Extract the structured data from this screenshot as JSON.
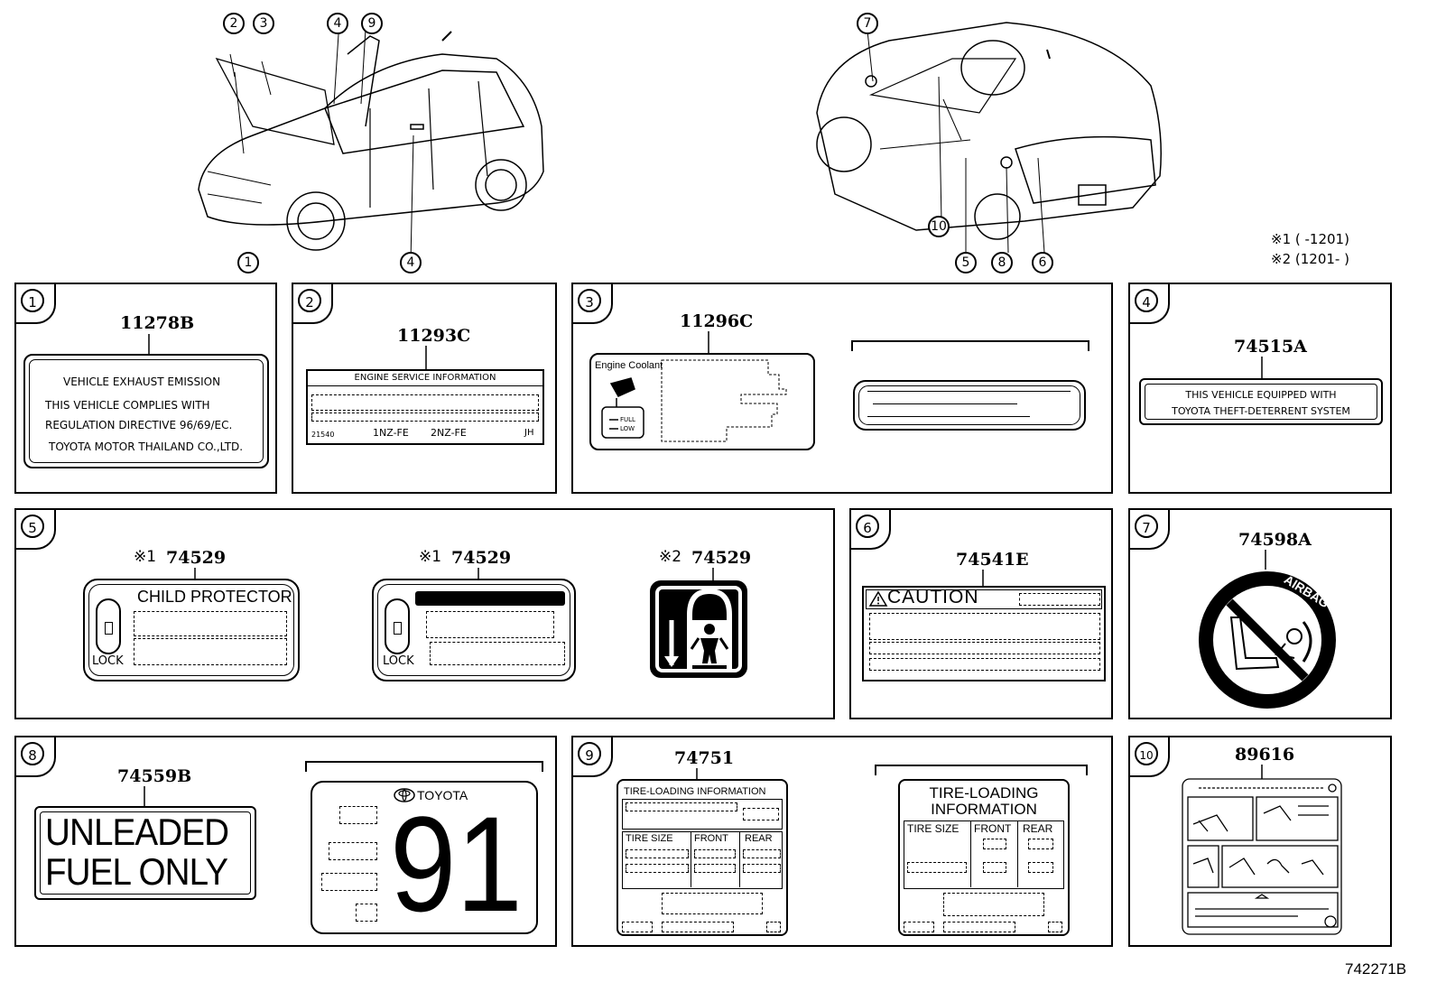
{
  "callouts": {
    "top_left": [
      "2",
      "3",
      "4",
      "9",
      "1",
      "4"
    ],
    "top_right": [
      "7",
      "10",
      "5",
      "8",
      "6"
    ]
  },
  "notes": {
    "note1": "※1 (       -1201)",
    "note2": "※2 (1201-       )"
  },
  "panels": {
    "p1": {
      "num": "1",
      "part": "11278B",
      "lines": [
        "VEHICLE  EXHAUST  EMISSION",
        "THIS  VEHICLE  COMPLIES  WITH",
        "REGULATION  DIRECTIVE  96/69/EC.",
        "TOYOTA  MOTOR  THAILAND  CO.,LTD."
      ]
    },
    "p2": {
      "num": "2",
      "part": "11293C",
      "header": "ENGINE  SERVICE  INFORMATION",
      "footer_left": "21540",
      "footer_mid1": "1NZ-FE",
      "footer_mid2": "2NZ-FE",
      "footer_right": "JH"
    },
    "p3": {
      "num": "3",
      "part": "11296C",
      "coolant": "Engine Coolant",
      "full": "FULL",
      "low": "LOW"
    },
    "p4": {
      "num": "4",
      "part": "74515A",
      "line1": "THIS  VEHICLE  EQUIPPED  WITH",
      "line2": "TOYOTA  THEFT-DETERRENT  SYSTEM"
    },
    "p5": {
      "num": "5",
      "a_mark": "※1",
      "a_part": "74529",
      "a_title": "CHILD  PROTECTOR",
      "a_lock": "LOCK",
      "b_mark": "※1",
      "b_part": "74529",
      "b_lock": "LOCK",
      "c_mark": "※2",
      "c_part": "74529"
    },
    "p6": {
      "num": "6",
      "part": "74541E",
      "caution": "CAUTION"
    },
    "p7": {
      "num": "7",
      "part": "74598A",
      "airbag": "AIRBAG"
    },
    "p8": {
      "num": "8",
      "part": "74559B",
      "line1": "UNLEADED",
      "line2": "FUEL ONLY",
      "brand": "TOYOTA",
      "octane": "91"
    },
    "p9": {
      "num": "9",
      "part": "74751",
      "a_title": "TIRE-LOADING  INFORMATION",
      "a_size": "TIRE  SIZE",
      "a_front": "FRONT",
      "a_rear": "REAR",
      "b_title1": "TIRE-LOADING",
      "b_title2": "INFORMATION",
      "b_size": "TIRE  SIZE",
      "b_front": "FRONT",
      "b_rear": "REAR"
    },
    "p10": {
      "num": "10",
      "part": "89616"
    }
  },
  "figure_id": "742271B"
}
